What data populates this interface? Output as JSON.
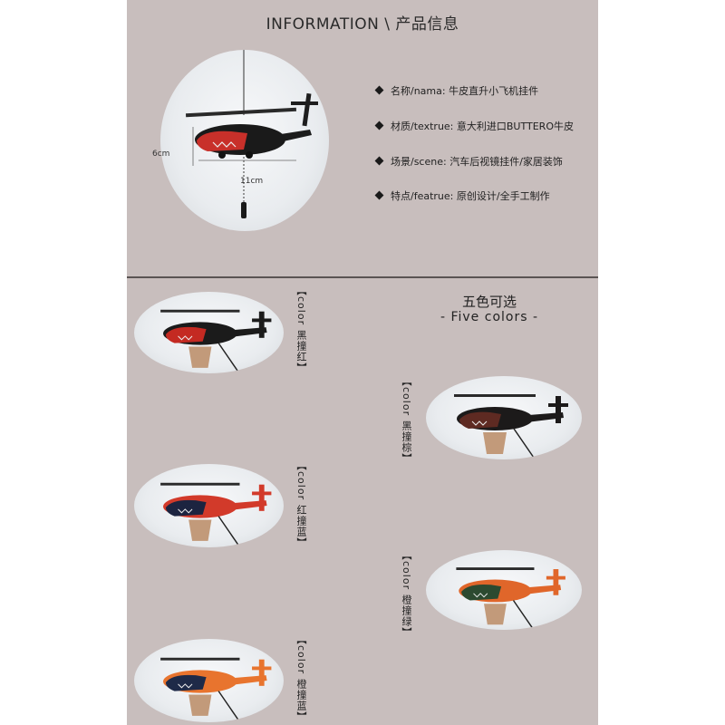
{
  "header": {
    "title": "INFORMATION \\ 产品信息"
  },
  "hero": {
    "dim_height": "6cm",
    "dim_width": "11cm",
    "colors": {
      "body": "#1a1a1a",
      "accent": "#c8302a"
    }
  },
  "specs": [
    {
      "label": "名称/nama:",
      "value": "牛皮直升小飞机挂件"
    },
    {
      "label": "材质/textrue:",
      "value": "意大利进口BUTTERO牛皮"
    },
    {
      "label": "场景/scene:",
      "value": "汽车后视镜挂件/家居装饰"
    },
    {
      "label": "特点/featrue:",
      "value": "原创设计/全手工制作"
    }
  ],
  "colors_section": {
    "title_cn": "五色可选",
    "title_en": "-  Five colors  -"
  },
  "variants": [
    {
      "label": "【color 黑撞红】",
      "body": "#1b1b1b",
      "accent": "#c42a22"
    },
    {
      "label": "【color 黑撞棕】",
      "body": "#1c1a1a",
      "accent": "#5e2a22"
    },
    {
      "label": "【color 红撞蓝】",
      "body": "#d23a2a",
      "accent": "#1c2440"
    },
    {
      "label": "【color 橙撞绿】",
      "body": "#e0662a",
      "accent": "#2c4a30"
    },
    {
      "label": "【color 橙撞蓝】",
      "body": "#e8742e",
      "accent": "#1e2a48"
    }
  ]
}
